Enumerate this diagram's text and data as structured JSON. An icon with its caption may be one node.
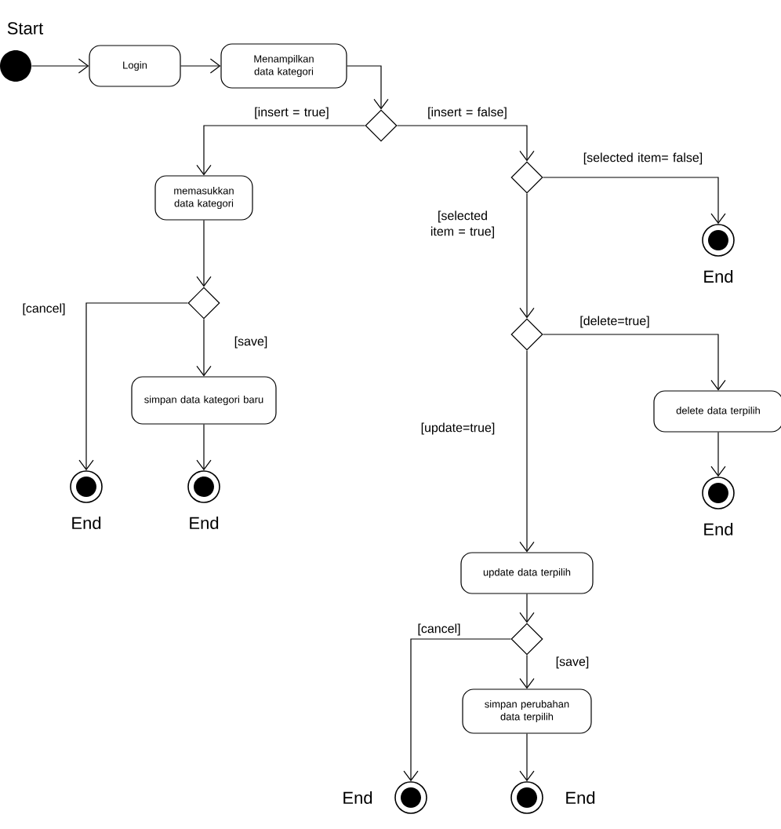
{
  "diagram": {
    "nodes": [
      {
        "text": [],
        "shape": "circle",
        "beside": [
          "Start"
        ]
      },
      {
        "text": [
          "Login"
        ]
      },
      {
        "text": [
          "Menampilkan data kategori"
        ]
      },
      {
        "text": [],
        "shape": "diamond"
      },
      {
        "text": [
          "memasukkan data kategori"
        ]
      },
      {
        "text": [],
        "shape": "diamond"
      },
      {
        "text": [],
        "shape": "bullseye",
        "beside": [
          "End"
        ]
      },
      {
        "text": [],
        "shape": "diamond"
      },
      {
        "text": [
          "simpan data kategori baru"
        ]
      },
      {
        "text": [],
        "shape": "bullseye",
        "beside": [
          "End"
        ]
      },
      {
        "text": [],
        "shape": "bullseye",
        "beside": [
          "End"
        ]
      },
      {
        "text": [],
        "shape": "diamond"
      },
      {
        "text": [
          "delete data terpilih"
        ]
      },
      {
        "text": [],
        "shape": "bullseye",
        "beside": [
          "End"
        ]
      },
      {
        "text": [
          "update data terpilih"
        ]
      },
      {
        "text": [],
        "shape": "diamond"
      },
      {
        "text": [
          "simpan perubahan data terpilih"
        ]
      },
      {
        "text": [],
        "shape": "bullseye",
        "beside": [
          "End"
        ]
      },
      {
        "text": [],
        "shape": "bullseye",
        "beside": [
          "End"
        ]
      }
    ],
    "edges": [
      {
        "from": 0,
        "to": 1,
        "arrow": "to"
      },
      {
        "from": 1,
        "to": 2,
        "arrow": "to"
      },
      {
        "from": 2,
        "to": 3,
        "arrow": "to"
      },
      {
        "from": 3,
        "to": 4,
        "arrow": "to",
        "label": "[insert = true]"
      },
      {
        "from": 3,
        "to": 5,
        "arrow": "to",
        "label": "[insert = false]"
      },
      {
        "from": 5,
        "to": 6,
        "arrow": "to",
        "label": "[selected item= false]"
      },
      {
        "from": 5,
        "to": 11,
        "arrow": "to",
        "label": "[selected item = true]"
      },
      {
        "from": 4,
        "to": 7,
        "arrow": "to"
      },
      {
        "from": 7,
        "to": 9,
        "arrow": "to",
        "label": "[cancel]"
      },
      {
        "from": 7,
        "to": 8,
        "arrow": "to",
        "label": "[save]"
      },
      {
        "from": 8,
        "to": 10,
        "arrow": "to"
      },
      {
        "from": 11,
        "to": 12,
        "arrow": "to",
        "label": "[delete=true]"
      },
      {
        "from": 11,
        "to": 14,
        "arrow": "to",
        "label": "[update=true]"
      },
      {
        "from": 12,
        "to": 13,
        "arrow": "to"
      },
      {
        "from": 14,
        "to": 15,
        "arrow": "to"
      },
      {
        "from": 15,
        "to": 17,
        "arrow": "to",
        "label": "[cancel]"
      },
      {
        "from": 15,
        "to": 16,
        "arrow": "to",
        "label": "[save]"
      },
      {
        "from": 16,
        "to": 18,
        "arrow": "to"
      }
    ]
  }
}
